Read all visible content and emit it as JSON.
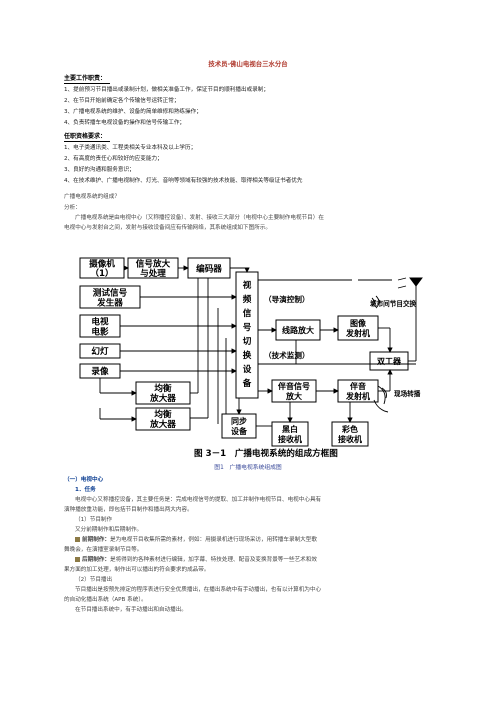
{
  "doc": {
    "title": "技术员-佛山电视台三水分台",
    "section1_head": "主要工作职责：",
    "duties": [
      "1、提前预习节目播出或录制计划，做相关准备工作，保证节目的顺利播出或录制；",
      "2、在节目开始前确定各个传输信号运转正常；",
      "3、广播电视系统的维护、设备的简单维修和熟练操作；",
      "4、负责转播车电视设备的操作和信号传输工作；"
    ],
    "section2_head": "任职资格要求：",
    "reqs": [
      "1、电子类通讯类、工程类相关专业本科及以上学历；",
      "2、有高度的责任心和较好的应变能力；",
      "3、良好的沟通和服务意识；",
      "4、在技术维护、广播电视制作、灯光、音响等领域有较强的技术技能、取得相关等级证书者优先"
    ],
    "q": "广播电视系统的组成？",
    "analysis": "分析：",
    "para1a": "广播电视系统是由电视中心（又称播控设备）、发射、接收三大部分（电视中心主要制作电视节目）在",
    "para1b": "电视中心与发射台之间，发射与接收设备间应有传输网络，其系统组成如下图所示。",
    "figure_caption": "图1　广播电视系统组成图",
    "sec_center": "（一）电视中心",
    "sub_task": "1．任务",
    "task_a": "电视中心又称播控设备，其主要任务是：完成电视信号的提取、加工并制作电视节目、电视中心具有",
    "task_b": "演种播放重功能，即包括节目制作和播出两大内容。",
    "p1": "（1）节目制作",
    "p1a": "又分前期制作和后期制作。",
    "pre_label": "前期制作：",
    "pre_a": "是为电视节目收集所需的素材，例如：用摄录机进行现场采访，用转播车录制大型歌",
    "pre_b": "舞晚会，在演播室录制节目等。",
    "post_label": "后期制作：",
    "post_a": "是将得到的各种素材进行编辑，加字幕、特技处理、配音及变换背景等一些艺术和效",
    "post_b": "果方面的加工处理，制作出可以播出的符合要求的成品带。",
    "p2": "（2）节目播出",
    "p2a": "节目播出是按预先排定的程序表进行安全优质播出，在播出系统中有手动播出，也有以计算机为中心",
    "p2b": "的自动化播出系统（APB 系统）。",
    "p2c": "在节目播出系统中，有手动播出和自动播出。"
  },
  "diagram": {
    "boxes": {
      "camera": [
        "摄像机",
        "（1）"
      ],
      "amp": [
        "信号放大",
        "与处理"
      ],
      "encoder": "编码器",
      "test": [
        "测试信号",
        "发生器"
      ],
      "film": [
        "电视",
        "电影"
      ],
      "slide": "幻灯",
      "vtr": "录像",
      "eq1": [
        "均衡",
        "放大器"
      ],
      "eq2": [
        "均衡",
        "放大器"
      ],
      "switcher": [
        "视",
        "频",
        "信",
        "号",
        "切",
        "换",
        "设",
        "备"
      ],
      "lineamp": "线路放大",
      "imgtx": [
        "图像",
        "发射机"
      ],
      "diplexer": "双工器",
      "audamp": [
        "伴音信号",
        "放大"
      ],
      "audtx": [
        "伴音",
        "发射机"
      ],
      "sync": [
        "同步",
        "设备"
      ],
      "bw": [
        "黑白",
        "接收机"
      ],
      "color": [
        "彩色",
        "接收机"
      ]
    },
    "labels": {
      "director": "（导演控制）",
      "monitor": "（技术监测）",
      "city": "城市间节目交换",
      "relay": "现场转播"
    },
    "fig_title": "图 3－1　广播电视系统的组成方框图"
  }
}
